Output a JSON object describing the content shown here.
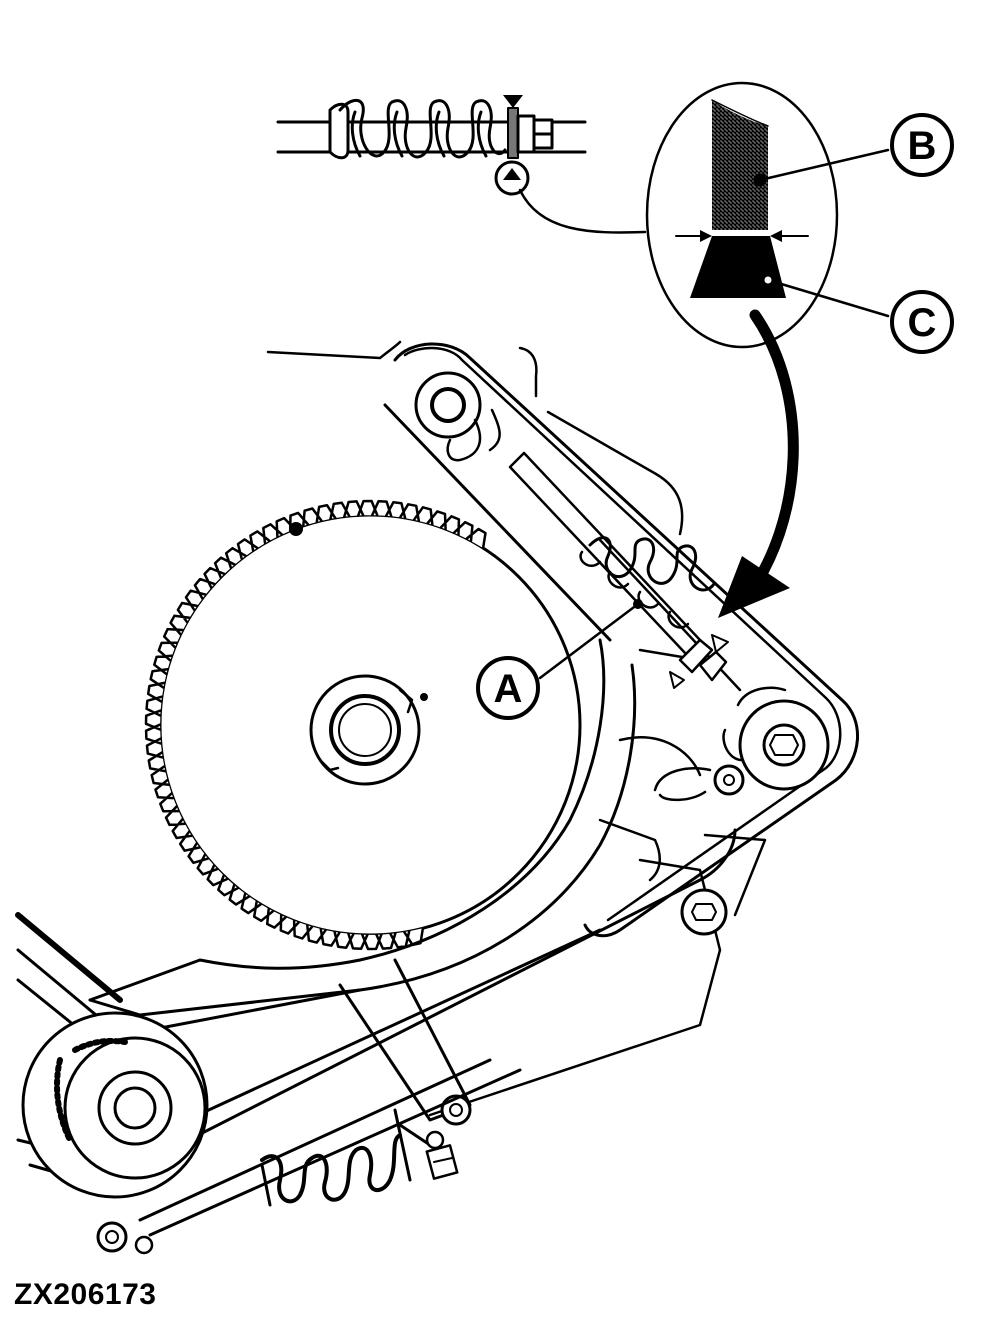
{
  "callouts": {
    "a": "A",
    "b": "B",
    "c": "C"
  },
  "figure_id": "ZX206173",
  "colors": {
    "line": "#000000",
    "background": "#ffffff",
    "indicator_shade": "#8a8a8a"
  }
}
